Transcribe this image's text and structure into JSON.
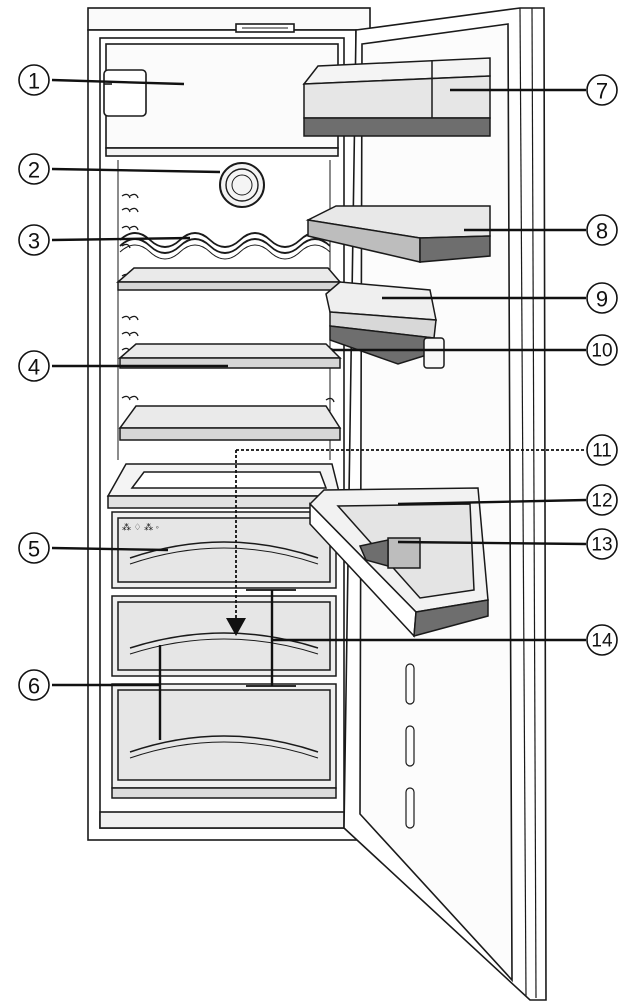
{
  "diagram": {
    "colors": {
      "ink": "#1a1a1a",
      "light_fill": "#f2f2f2",
      "shelf_fill": "#e6e6e6",
      "dark_fill": "#6e6e6e",
      "mid_fill": "#bdbdbd"
    },
    "callouts": [
      {
        "id": "1",
        "label": "1"
      },
      {
        "id": "2",
        "label": "2"
      },
      {
        "id": "3",
        "label": "3"
      },
      {
        "id": "4",
        "label": "4"
      },
      {
        "id": "5",
        "label": "5"
      },
      {
        "id": "6",
        "label": "6"
      },
      {
        "id": "7",
        "label": "7"
      },
      {
        "id": "8",
        "label": "8"
      },
      {
        "id": "9",
        "label": "9"
      },
      {
        "id": "10",
        "label": "10"
      },
      {
        "id": "11",
        "label": "11"
      },
      {
        "id": "12",
        "label": "12"
      },
      {
        "id": "13",
        "label": "13"
      },
      {
        "id": "14",
        "label": "14"
      }
    ]
  }
}
